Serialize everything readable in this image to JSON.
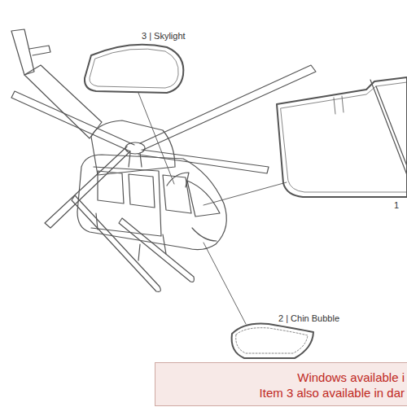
{
  "diagram": {
    "nodes": [
      {
        "text": [
          "Windows available i",
          "Item 3 also available in dar"
        ]
      }
    ],
    "labels": [
      "3 | Skylight",
      "1",
      "2 | Chin Bubble"
    ]
  }
}
